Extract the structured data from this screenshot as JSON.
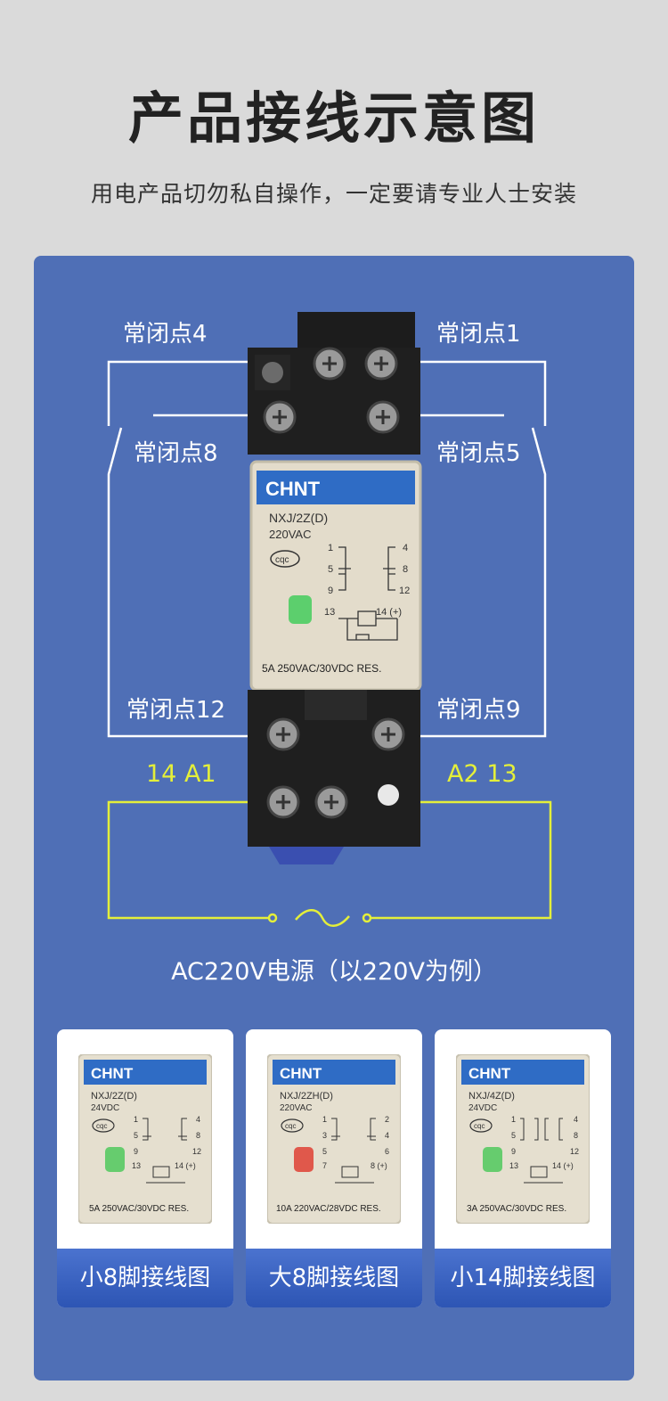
{
  "header": {
    "title": "产品接线示意图",
    "subtitle": "用电产品切勿私自操作，一定要请专业人士安装"
  },
  "diagram": {
    "nc4": "常闭点4",
    "nc1": "常闭点1",
    "nc8": "常闭点8",
    "nc5": "常闭点5",
    "nc12": "常闭点12",
    "nc9": "常闭点9",
    "a1": "14 A1",
    "a2": "A2 13",
    "power": "AC220V电源（以220V为例）"
  },
  "relay": {
    "brand": "CHNT",
    "model": "NXJ/2Z(D)",
    "voltage": "220VAC",
    "cert": "cqc",
    "pins_left": [
      "1",
      "5",
      "9",
      "13"
    ],
    "pins_right": [
      "4",
      "8",
      "12",
      "14 (+)"
    ],
    "rating": "5A 250VAC/30VDC RES.",
    "led_color": "#5ccf6d"
  },
  "cards": [
    {
      "label": "小8脚接线图",
      "model": "NXJ/2Z(D)",
      "voltage": "24VDC",
      "rating": "5A 250VAC/30VDC RES.",
      "led_color": "#66cc6e",
      "left": [
        "1",
        "5",
        "9",
        "13"
      ],
      "right": [
        "4",
        "8",
        "12",
        "14 (+)"
      ]
    },
    {
      "label": "大8脚接线图",
      "model": "NXJ/2ZH(D)",
      "voltage": "220VAC",
      "rating": "10A 220VAC/28VDC RES.",
      "led_color": "#e0584b",
      "left": [
        "1",
        "3",
        "5",
        "7"
      ],
      "right": [
        "2",
        "4",
        "6",
        "8 (+)"
      ]
    },
    {
      "label": "小14脚接线图",
      "model": "NXJ/4Z(D)",
      "voltage": "24VDC",
      "rating": "3A 250VAC/30VDC RES.",
      "led_color": "#66cc6e",
      "left": [
        "1",
        "5",
        "9",
        "13"
      ],
      "right": [
        "4",
        "8",
        "12",
        "14 (+)"
      ]
    }
  ],
  "colors": {
    "panel": "#4f6fb6",
    "wire_white": "#ffffff",
    "wire_yellow": "#e4ef3a",
    "brand_blue": "#2f6cc5"
  }
}
